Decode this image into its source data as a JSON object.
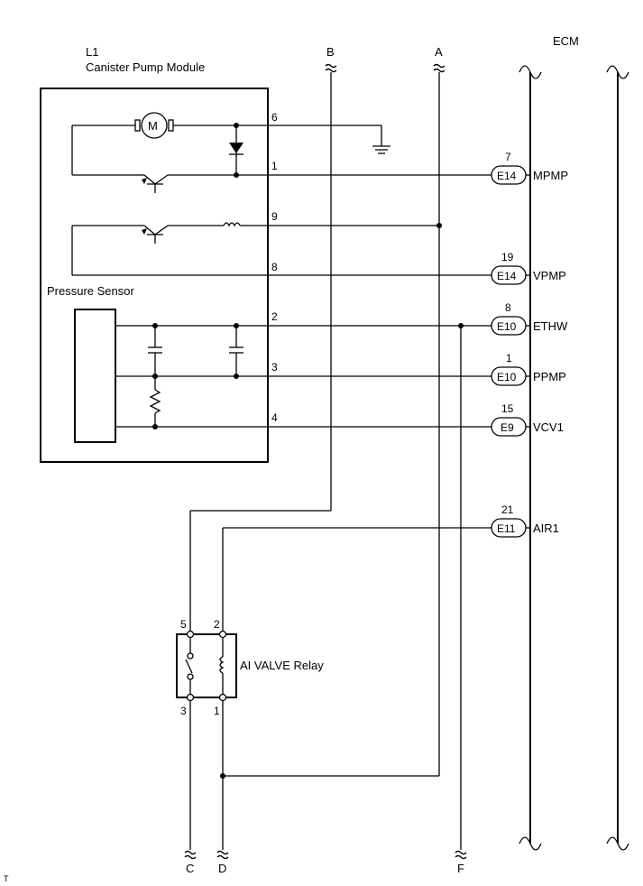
{
  "module": {
    "code": "L1",
    "name": "Canister Pump Module",
    "pressure_sensor_label": "Pressure Sensor",
    "motor_symbol": "M",
    "pins": [
      "6",
      "1",
      "9",
      "8",
      "2",
      "3",
      "4"
    ]
  },
  "ecm": {
    "label": "ECM",
    "connectors": [
      {
        "pin": "7",
        "connector": "E14",
        "signal": "MPMP"
      },
      {
        "pin": "19",
        "connector": "E14",
        "signal": "VPMP"
      },
      {
        "pin": "8",
        "connector": "E10",
        "signal": "ETHW"
      },
      {
        "pin": "1",
        "connector": "E10",
        "signal": "PPMP"
      },
      {
        "pin": "15",
        "connector": "E9",
        "signal": "VCV1"
      },
      {
        "pin": "21",
        "connector": "E11",
        "signal": "AIR1"
      }
    ]
  },
  "relay": {
    "label": "AI VALVE Relay",
    "pins": [
      "5",
      "2",
      "3",
      "1"
    ]
  },
  "wire_labels": {
    "top_b": "B",
    "top_a": "A",
    "bottom_c": "C",
    "bottom_d": "D",
    "bottom_f": "F"
  },
  "footer_mark": "T"
}
